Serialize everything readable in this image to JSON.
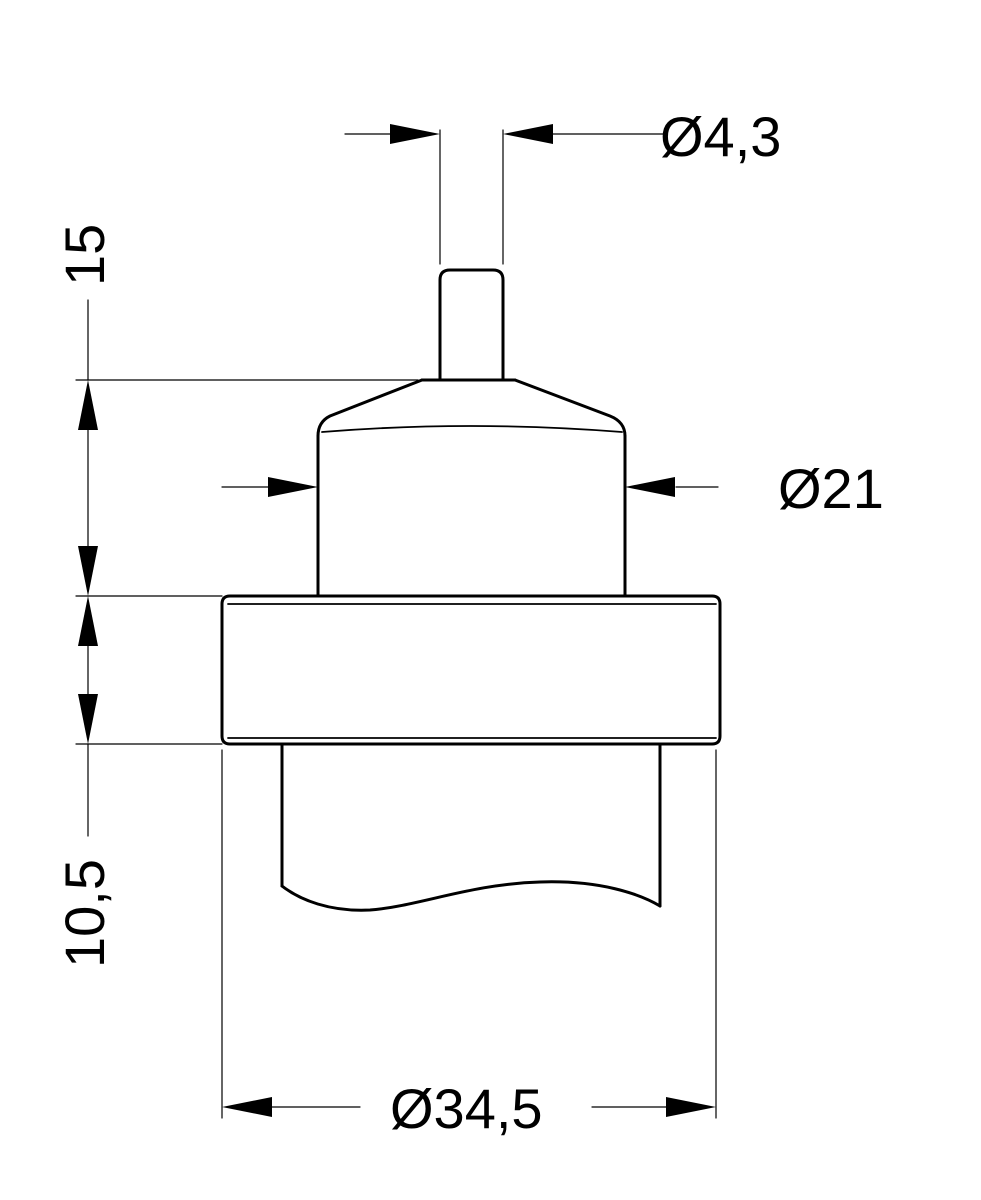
{
  "dimensions": {
    "pin_diameter": "Ø4,3",
    "body_diameter": "Ø21",
    "flange_diameter": "Ø34,5",
    "top_height": "15",
    "bottom_height": "10,5"
  }
}
